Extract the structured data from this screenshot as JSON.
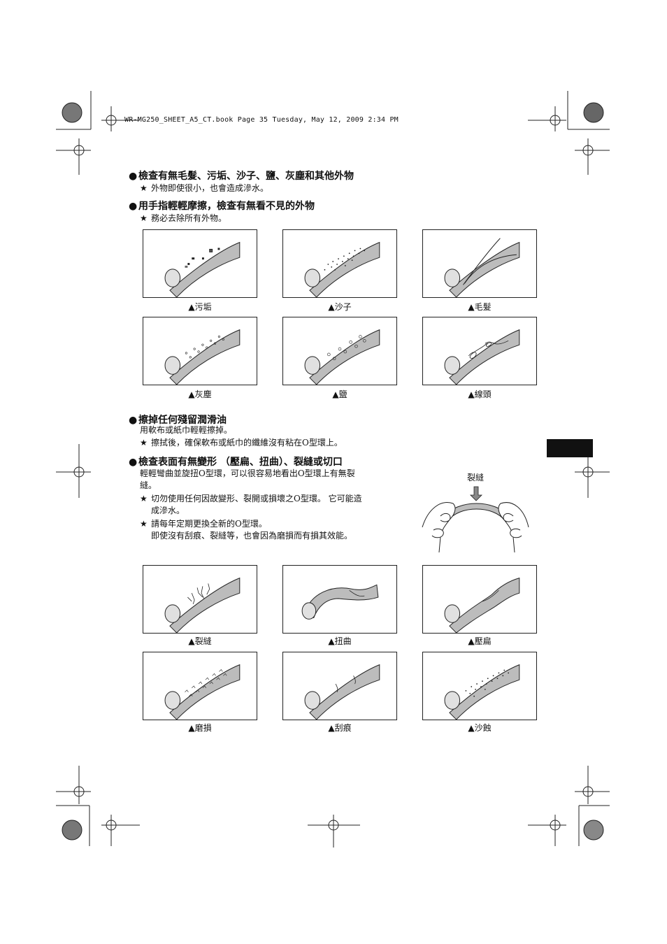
{
  "header": {
    "book_info": "WR-MG250_SHEET_A5_CT.book  Page 35  Tuesday, May 12, 2009  2:34 PM"
  },
  "section1": {
    "title": "檢查有無毛髮、污垢、沙子、鹽、灰塵和其他外物",
    "note_symbol": "★",
    "note": "外物即使很小，也會造成滲水。"
  },
  "section2": {
    "title": "用手指輕輕摩擦，檢查有無看不見的外物",
    "note_symbol": "★",
    "note": "務必去除所有外物。"
  },
  "figures_top": [
    {
      "caption": "▲污垢"
    },
    {
      "caption": "▲沙子"
    },
    {
      "caption": "▲毛髮"
    },
    {
      "caption": "▲灰塵"
    },
    {
      "caption": "▲鹽"
    },
    {
      "caption": "▲線頭"
    }
  ],
  "section3": {
    "title": "擦掉任何殘留潤滑油",
    "text": "用軟布或紙巾輕輕擦掉。",
    "note_symbol": "★",
    "note": "擦拭後，確保軟布或紙巾的纖維沒有粘在O型環上。"
  },
  "section4": {
    "title": "檢查表面有無變形 （壓扁、扭曲）、裂縫或切口",
    "text_line1": "輕輕彎曲並旋扭O型環，可以很容易地看出O型環上有無裂",
    "text_line2": "縫。",
    "note1_line1": "切勿使用任何因故變形、裂開或損壞之O型環。 它可能造",
    "note1_line2": "成滲水。",
    "note2_line1": "請每年定期更換全新的O型環。",
    "note2_line2": "即使沒有刮痕、裂縫等，也會因為磨損而有損其效能。",
    "note_symbol": "★",
    "illustration_label": "裂縫"
  },
  "figures_bottom": [
    {
      "caption": "▲裂縫"
    },
    {
      "caption": "▲扭曲"
    },
    {
      "caption": "▲壓扁"
    },
    {
      "caption": "▲磨損"
    },
    {
      "caption": "▲刮痕"
    },
    {
      "caption": "▲沙蝕"
    }
  ],
  "colors": {
    "tube_fill": "#bcbcbc",
    "tube_stroke": "#222222",
    "tab": "#111111"
  }
}
